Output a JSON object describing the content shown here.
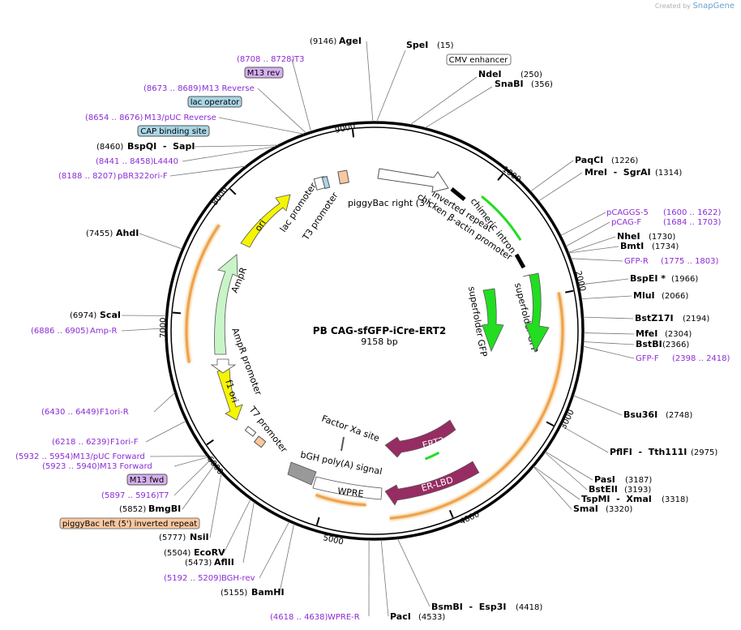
{
  "credit": {
    "created": "Created by",
    "brand": "SnapGene"
  },
  "plasmid": {
    "name": "PB CAG-sfGFP-iCre-ERT2",
    "size": "9158 bp"
  },
  "ticks": [
    "1000",
    "2000",
    "3000",
    "4000",
    "5000",
    "6000",
    "7000",
    "8000",
    "9000"
  ],
  "sites": [
    {
      "name": "SpeI",
      "pos": "(15)"
    },
    {
      "name": "NdeI",
      "pos": "(250)"
    },
    {
      "name": "SnaBI",
      "pos": "(356)"
    },
    {
      "name": "PaqCI",
      "pos": "(1226)"
    },
    {
      "name": "MreI  -  SgrAI",
      "pos": "(1314)"
    },
    {
      "name": "NheI",
      "pos": "(1730)"
    },
    {
      "name": "BmtI",
      "pos": "(1734)"
    },
    {
      "name": "BspEI *",
      "pos": "(1966)"
    },
    {
      "name": "MluI",
      "pos": "(2066)"
    },
    {
      "name": "BstZ17I",
      "pos": "(2194)"
    },
    {
      "name": "MfeI",
      "pos": "(2304)"
    },
    {
      "name": "BstBI",
      "pos": "(2366)"
    },
    {
      "name": "Bsu36I",
      "pos": "(2748)"
    },
    {
      "name": "PflFI  -  Tth111I",
      "pos": "(2975)"
    },
    {
      "name": "PasI",
      "pos": "(3187)"
    },
    {
      "name": "BstEII",
      "pos": "(3193)"
    },
    {
      "name": "TspMI  -  XmaI",
      "pos": "(3318)"
    },
    {
      "name": "SmaI",
      "pos": "(3320)"
    },
    {
      "name": "BsmBI  -  Esp3I",
      "pos": "(4418)"
    },
    {
      "name": "PacI",
      "pos": "(4533)"
    },
    {
      "name": "BamHI",
      "pos": "(5155)"
    },
    {
      "name": "AflII",
      "pos": "(5473)"
    },
    {
      "name": "EcoRV",
      "pos": "(5504)"
    },
    {
      "name": "NsiI",
      "pos": "(5777)"
    },
    {
      "name": "BmgBI",
      "pos": "(5852)"
    },
    {
      "name": "ScaI",
      "pos": "(6974)"
    },
    {
      "name": "AhdI",
      "pos": "(7455)"
    },
    {
      "name": "BspQI  -  SapI",
      "pos": "(8460)"
    },
    {
      "name": "AgeI",
      "pos": "(9146)"
    }
  ],
  "primers": [
    {
      "name": "pCAGGS-5",
      "pos": "(1600 .. 1622)"
    },
    {
      "name": "pCAG-F",
      "pos": "(1684 .. 1703)"
    },
    {
      "name": "GFP-R",
      "pos": "(1775 .. 1803)"
    },
    {
      "name": "GFP-F",
      "pos": "(2398 .. 2418)"
    },
    {
      "name": "WPRE-R",
      "pos": "(4618 .. 4638)"
    },
    {
      "name": "BGH-rev",
      "pos": "(5192 .. 5209)"
    },
    {
      "name": "T7",
      "pos": "(5897 .. 5916)"
    },
    {
      "name": "M13 Forward",
      "pos": "(5923 .. 5940)"
    },
    {
      "name": "M13/pUC Forward",
      "pos": "(5932 .. 5954)"
    },
    {
      "name": "F1ori-F",
      "pos": "(6218 .. 6239)"
    },
    {
      "name": "F1ori-R",
      "pos": "(6430 .. 6449)"
    },
    {
      "name": "Amp-R",
      "pos": "(6886 .. 6905)"
    },
    {
      "name": "pBR322ori-F",
      "pos": "(8188 .. 8207)"
    },
    {
      "name": "L4440",
      "pos": "(8441 .. 8458)"
    },
    {
      "name": "M13/pUC Reverse",
      "pos": "(8654 .. 8676)"
    },
    {
      "name": "M13 Reverse",
      "pos": "(8673 .. 8689)"
    },
    {
      "name": "T3",
      "pos": "(8708 .. 8728)"
    }
  ],
  "boxes": {
    "cmv": "CMV enhancer",
    "m13rev": "M13 rev",
    "lacop": "lac operator",
    "cap": "CAP binding site",
    "m13fwd": "M13 fwd",
    "pbleft": "piggyBac left (5') inverted repeat"
  },
  "features": {
    "pbright_l1": "piggyBac right (3')",
    "pbright_l2": "inverted repeat",
    "cba_l1": "chicken β-actin promoter",
    "intron": "chimeric intron",
    "sfgfp_a": "superfolder GFP",
    "sfgfp_b": "superfolder GFP",
    "ert2": "ERT2",
    "erlbd": "ER-LBD",
    "wpre": "WPRE",
    "bgh": "bGH poly(A) signal",
    "factorxa": "Factor Xa site",
    "t7": "T7 promoter",
    "f1ori": "f1 ori",
    "amprprom": "AmpR promoter",
    "ampr": "AmpR",
    "ori": "ori",
    "lac": "lac promoter",
    "t3": "T3 promoter"
  },
  "colors": {
    "backbone": "#000000",
    "primer": "#8b2bd6",
    "gfp": "#22dd22",
    "ert2": "#962d62",
    "ori": "#f5f500",
    "ampr": "#c8f5c8",
    "orange": "#f0a14e",
    "box_blue": "#a9d6e6",
    "box_purple": "#d6b0ee",
    "box_orange": "#fac8a0"
  }
}
